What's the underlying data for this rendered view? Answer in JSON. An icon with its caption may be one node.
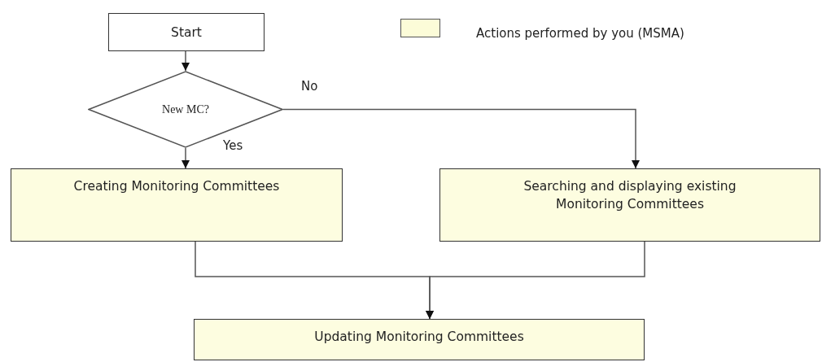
{
  "diagram": {
    "nodes": [
      {
        "text": [
          "Start"
        ]
      },
      {
        "text": [
          "New MC?"
        ]
      },
      {
        "text": [
          "Creating Monitoring Committees"
        ]
      },
      {
        "text": [
          "Searching and displaying existing Monitoring Committees"
        ]
      },
      {
        "text": [
          "Updating Monitoring Committees"
        ]
      }
    ],
    "edges": [
      {
        "from": 0,
        "to": 1,
        "arrow": "to"
      },
      {
        "from": 1,
        "to": 2,
        "arrow": "to",
        "label": "Yes"
      },
      {
        "from": 1,
        "to": 3,
        "arrow": "to",
        "label": "No"
      },
      {
        "from": 2,
        "to": 4,
        "arrow": "to"
      },
      {
        "from": 3,
        "to": 4,
        "arrow": "to"
      }
    ],
    "legend": [
      {
        "text": "Actions performed by you (MSMA)",
        "color": "#fcfcd8"
      }
    ]
  }
}
